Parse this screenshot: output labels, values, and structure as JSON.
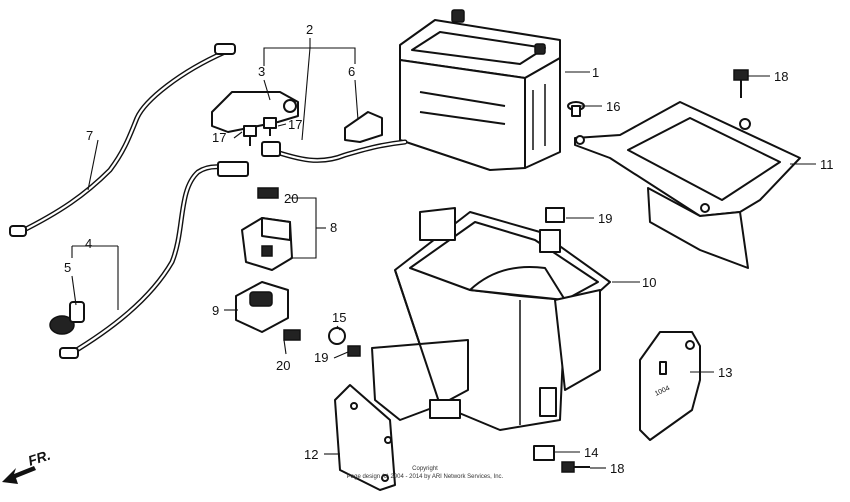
{
  "callouts": {
    "c1": "1",
    "c2": "2",
    "c3": "3",
    "c4": "4",
    "c5": "5",
    "c6": "6",
    "c7": "7",
    "c8": "8",
    "c9": "9",
    "c10": "10",
    "c11": "11",
    "c12": "12",
    "c13": "13",
    "c14": "14",
    "c15": "15",
    "c16": "16",
    "c17a": "17",
    "c17b": "17",
    "c18a": "18",
    "c18b": "18",
    "c19a": "19",
    "c19b": "19",
    "c20a": "20",
    "c20b": "20"
  },
  "direction": {
    "label": "FR."
  },
  "panel_stamp": "1004",
  "copyright": {
    "line1": "Copyright",
    "line2": "Page design (c) 2004 - 2014 by ARI Network Services, Inc."
  }
}
